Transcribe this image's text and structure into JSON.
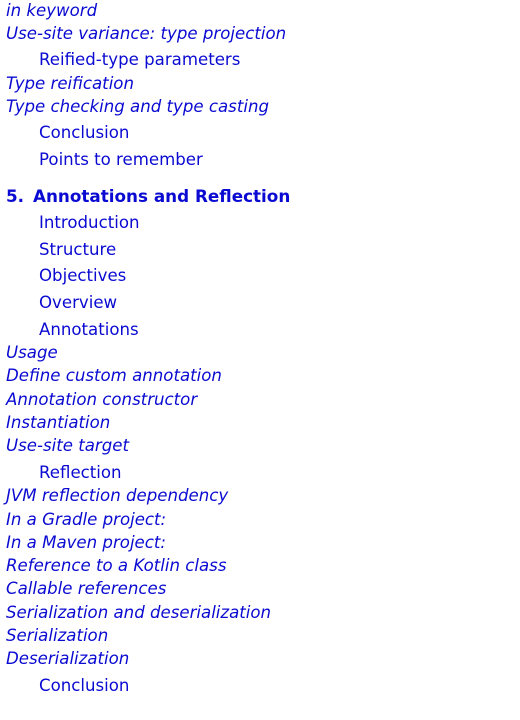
{
  "toc": {
    "before": [
      {
        "text": "in keyword",
        "kind": "sub"
      },
      {
        "text": "Use-site variance: type projection",
        "kind": "sub"
      },
      {
        "text": "Reified-type parameters",
        "kind": "item"
      },
      {
        "text": "Type reification",
        "kind": "sub"
      },
      {
        "text": "Type checking and type casting",
        "kind": "sub"
      },
      {
        "text": "Conclusion",
        "kind": "item"
      },
      {
        "text": "Points to remember",
        "kind": "item"
      }
    ],
    "chapter": {
      "number": "5.",
      "title": "Annotations and Reflection"
    },
    "after": [
      {
        "text": "Introduction",
        "kind": "item"
      },
      {
        "text": "Structure",
        "kind": "item"
      },
      {
        "text": "Objectives",
        "kind": "item"
      },
      {
        "text": "Overview",
        "kind": "item"
      },
      {
        "text": "Annotations",
        "kind": "item"
      },
      {
        "text": "Usage",
        "kind": "sub"
      },
      {
        "text": "Define custom annotation",
        "kind": "sub"
      },
      {
        "text": "Annotation constructor",
        "kind": "sub"
      },
      {
        "text": "Instantiation",
        "kind": "sub"
      },
      {
        "text": "Use-site target",
        "kind": "sub"
      },
      {
        "text": "Reflection",
        "kind": "item"
      },
      {
        "text": "JVM reflection dependency",
        "kind": "sub"
      },
      {
        "text": "In a Gradle project:",
        "kind": "sub"
      },
      {
        "text": "In a Maven project:",
        "kind": "sub"
      },
      {
        "text": "Reference to a Kotlin class",
        "kind": "sub"
      },
      {
        "text": "Callable references",
        "kind": "sub"
      },
      {
        "text": "Serialization and deserialization",
        "kind": "sub"
      },
      {
        "text": "Serialization",
        "kind": "sub"
      },
      {
        "text": "Deserialization",
        "kind": "sub"
      },
      {
        "text": "Conclusion",
        "kind": "item"
      }
    ]
  },
  "colors": {
    "link": "#0a0ad2",
    "background": "#ffffff"
  }
}
